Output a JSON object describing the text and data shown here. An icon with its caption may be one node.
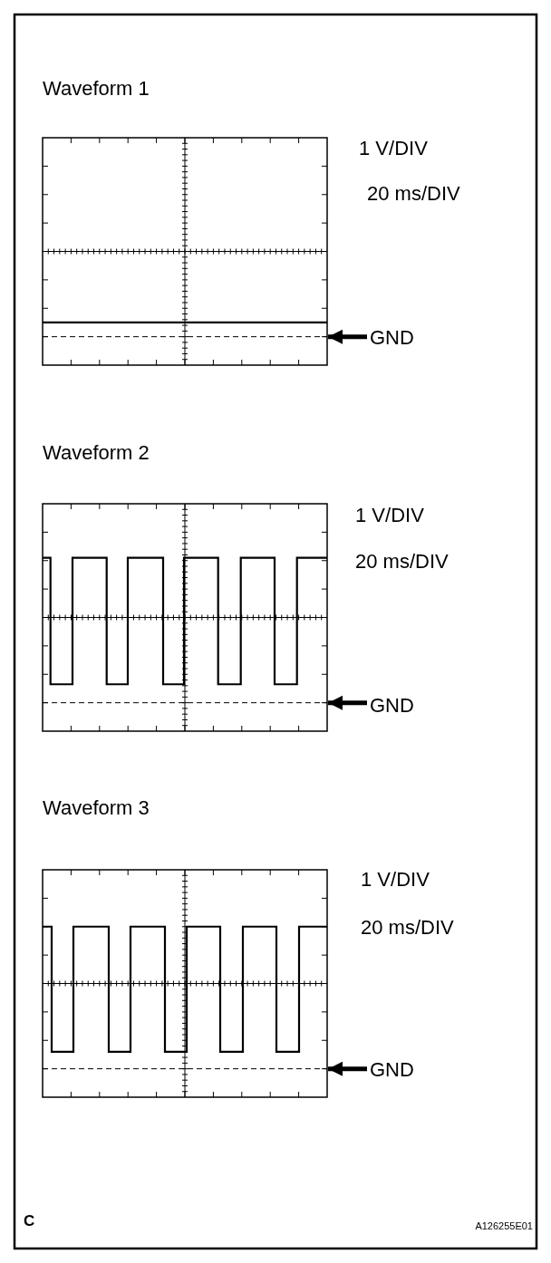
{
  "diagram": {
    "nodes": [
      {
        "text": [],
        "shape": "picture"
      },
      {
        "text": [
          "GND"
        ]
      },
      {
        "text": [],
        "shape": "picture"
      },
      {
        "text": [
          "GND"
        ]
      },
      {
        "text": [],
        "shape": "picture"
      },
      {
        "text": [
          "GND"
        ]
      }
    ],
    "edges": [
      {
        "from": 1,
        "to": 0,
        "arrow": "to"
      },
      {
        "from": 3,
        "to": 2,
        "arrow": "to"
      },
      {
        "from": 5,
        "to": 4,
        "arrow": "to"
      }
    ],
    "labels": [
      "Waveform 1",
      "1 V/DIV",
      "20 ms/DIV",
      "Waveform 2",
      "1 V/DIV",
      "20 ms/DIV",
      "Waveform 3",
      "1 V/DIV",
      "20 ms/DIV",
      "C",
      "A126255E01"
    ]
  }
}
